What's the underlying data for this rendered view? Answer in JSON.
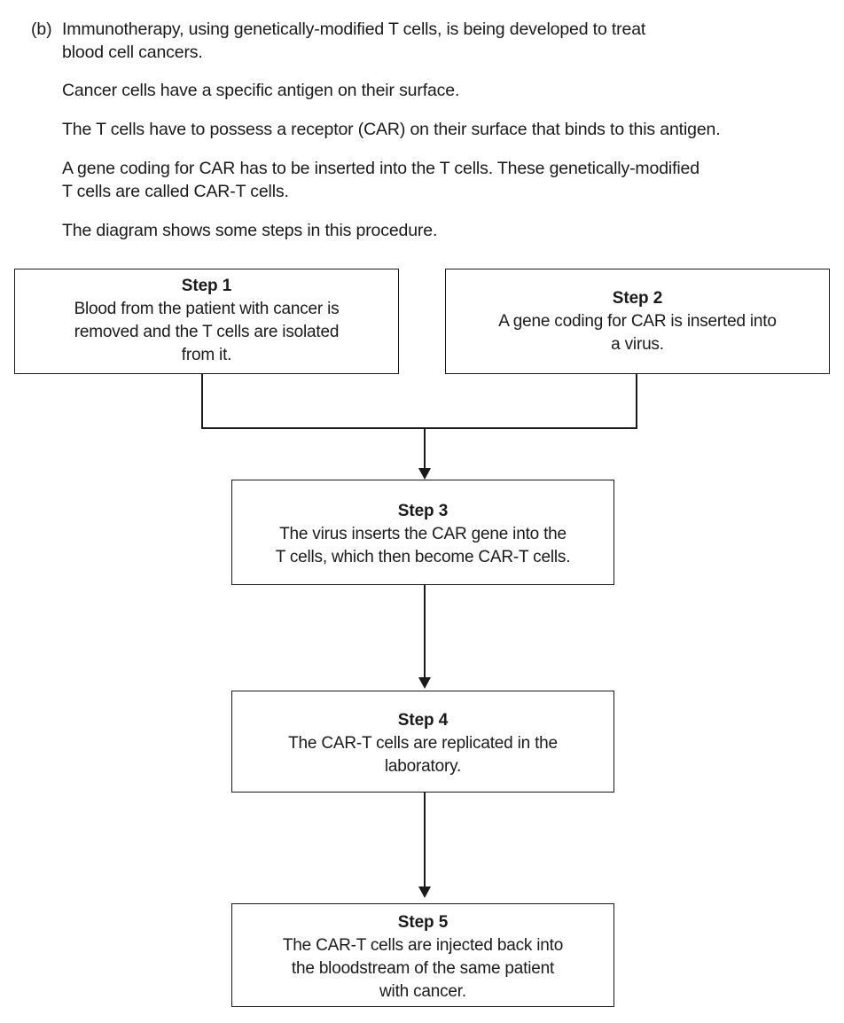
{
  "question": {
    "label": "(b)",
    "paragraphs": [
      "Immunotherapy, using genetically-modified T cells, is being developed to treat\nblood cell cancers.",
      "Cancer cells have a specific antigen on their surface.",
      "The T cells have to possess a receptor (CAR) on their surface that binds to this antigen.",
      "A gene coding for CAR has to be inserted into the T cells.  These genetically-modified\nT cells are called CAR-T cells.",
      "The diagram shows some steps in this procedure."
    ]
  },
  "flowchart": {
    "steps": [
      {
        "title": "Step 1",
        "body": "Blood from the patient with cancer is\nremoved and the T cells are isolated\nfrom it."
      },
      {
        "title": "Step 2",
        "body": "A gene coding for CAR is inserted into\na virus."
      },
      {
        "title": "Step 3",
        "body": "The virus inserts the CAR gene into the\nT cells, which then become CAR-T cells."
      },
      {
        "title": "Step 4",
        "body": "The CAR-T cells are replicated in the\nlaboratory."
      },
      {
        "title": "Step 5",
        "body": "The CAR-T cells are injected back into\nthe bloodstream of the same patient\nwith cancer."
      }
    ],
    "connectors": [
      "step-1-and-step-2-merge-into-step-3",
      "step-3-to-step-4",
      "step-4-to-step-5"
    ]
  },
  "colors": {
    "text": "#1a1a1a",
    "line": "#1a1a1a",
    "background": "#ffffff"
  }
}
